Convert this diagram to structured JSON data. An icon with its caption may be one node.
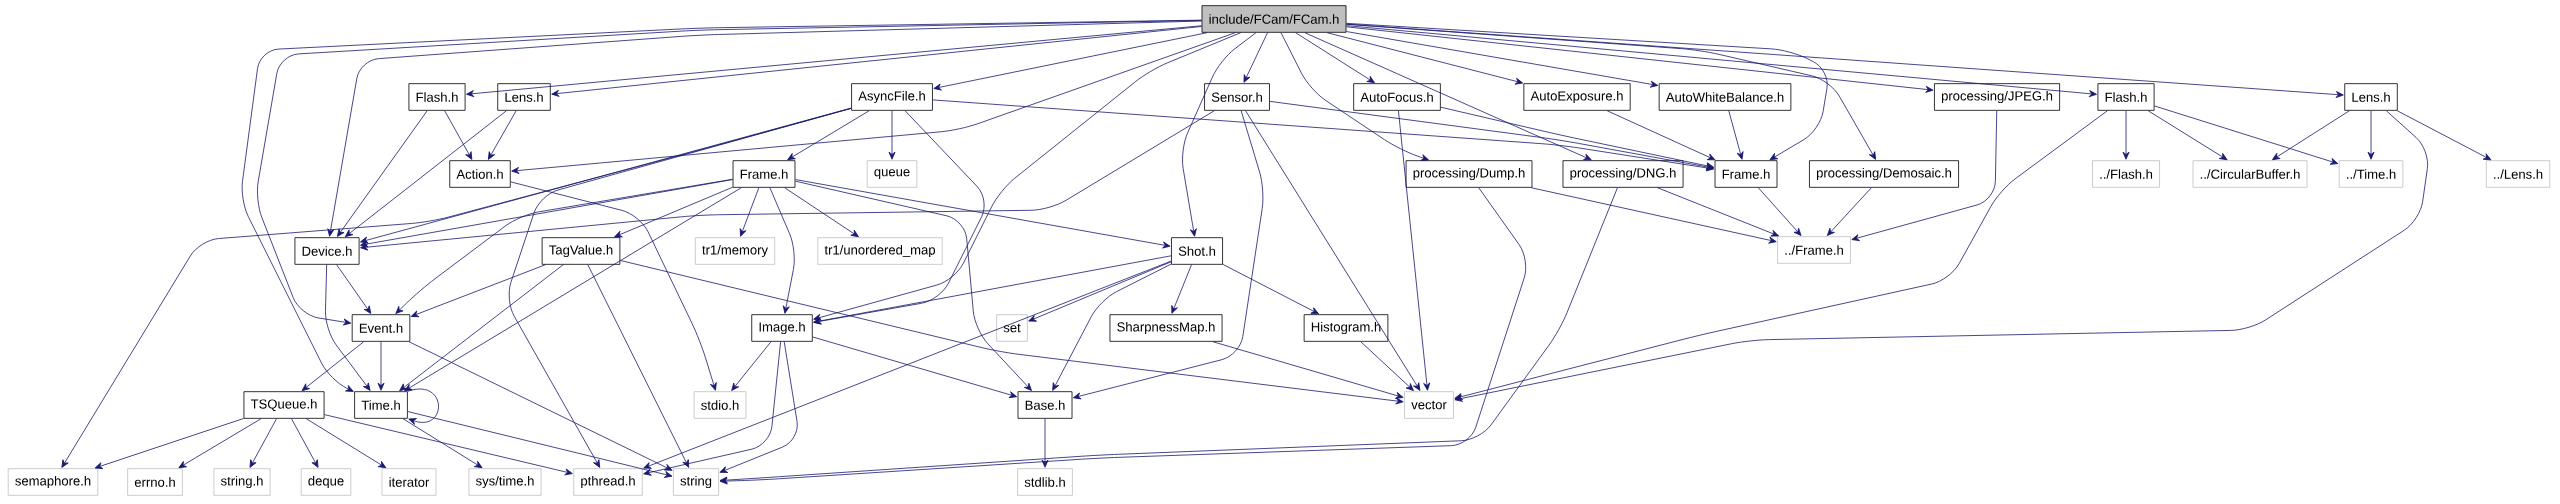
{
  "diagram": {
    "nodes": [
      {
        "text": [
          "include/FCam/FCam.h"
        ]
      },
      {
        "text": [
          "Flash.h"
        ]
      },
      {
        "text": [
          "Lens.h"
        ]
      },
      {
        "text": [
          "AsyncFile.h"
        ]
      },
      {
        "text": [
          "Sensor.h"
        ]
      },
      {
        "text": [
          "AutoFocus.h"
        ]
      },
      {
        "text": [
          "AutoExposure.h"
        ]
      },
      {
        "text": [
          "AutoWhiteBalance.h"
        ]
      },
      {
        "text": [
          "processing/JPEG.h"
        ]
      },
      {
        "text": [
          "Flash.h"
        ]
      },
      {
        "text": [
          "Lens.h"
        ]
      },
      {
        "text": [
          "Action.h"
        ]
      },
      {
        "text": [
          "Frame.h"
        ]
      },
      {
        "text": [
          "queue"
        ]
      },
      {
        "text": [
          "processing/Dump.h"
        ]
      },
      {
        "text": [
          "processing/DNG.h"
        ]
      },
      {
        "text": [
          "Frame.h"
        ]
      },
      {
        "text": [
          "processing/Demosaic.h"
        ]
      },
      {
        "text": [
          "../Flash.h"
        ]
      },
      {
        "text": [
          "../CircularBuffer.h"
        ]
      },
      {
        "text": [
          "../Time.h"
        ]
      },
      {
        "text": [
          "../Lens.h"
        ]
      },
      {
        "text": [
          "Device.h"
        ]
      },
      {
        "text": [
          "TagValue.h"
        ]
      },
      {
        "text": [
          "tr1/memory"
        ]
      },
      {
        "text": [
          "tr1/unordered_map"
        ]
      },
      {
        "text": [
          "Shot.h"
        ]
      },
      {
        "text": [
          "../Frame.h"
        ]
      },
      {
        "text": [
          "Event.h"
        ]
      },
      {
        "text": [
          "Image.h"
        ]
      },
      {
        "text": [
          "set"
        ]
      },
      {
        "text": [
          "SharpnessMap.h"
        ]
      },
      {
        "text": [
          "Histogram.h"
        ]
      },
      {
        "text": [
          "TSQueue.h"
        ]
      },
      {
        "text": [
          "Time.h"
        ]
      },
      {
        "text": [
          "stdio.h"
        ]
      },
      {
        "text": [
          "Base.h"
        ]
      },
      {
        "text": [
          "vector"
        ]
      },
      {
        "text": [
          "semaphore.h"
        ]
      },
      {
        "text": [
          "errno.h"
        ]
      },
      {
        "text": [
          "string.h"
        ]
      },
      {
        "text": [
          "deque"
        ]
      },
      {
        "text": [
          "iterator"
        ]
      },
      {
        "text": [
          "sys/time.h"
        ]
      },
      {
        "text": [
          "pthread.h"
        ]
      },
      {
        "text": [
          "string"
        ]
      },
      {
        "text": [
          "stdlib.h"
        ]
      }
    ],
    "edges": [
      {
        "from": 0,
        "to": 1,
        "arrow": "to"
      },
      {
        "from": 0,
        "to": 2,
        "arrow": "to"
      },
      {
        "from": 0,
        "to": 3,
        "arrow": "to"
      },
      {
        "from": 0,
        "to": 11,
        "arrow": "to"
      },
      {
        "from": 0,
        "to": 22,
        "arrow": "to"
      },
      {
        "from": 0,
        "to": 28,
        "arrow": "to"
      },
      {
        "from": 0,
        "to": 34,
        "arrow": "to"
      },
      {
        "from": 0,
        "to": 4,
        "arrow": "to"
      },
      {
        "from": 0,
        "to": 26,
        "arrow": "to"
      },
      {
        "from": 0,
        "to": 29,
        "arrow": "to"
      },
      {
        "from": 0,
        "to": 5,
        "arrow": "to"
      },
      {
        "from": 0,
        "to": 6,
        "arrow": "to"
      },
      {
        "from": 0,
        "to": 7,
        "arrow": "to"
      },
      {
        "from": 0,
        "to": 14,
        "arrow": "to"
      },
      {
        "from": 0,
        "to": 15,
        "arrow": "to"
      },
      {
        "from": 0,
        "to": 17,
        "arrow": "to"
      },
      {
        "from": 0,
        "to": 8,
        "arrow": "to"
      },
      {
        "from": 0,
        "to": 9,
        "arrow": "to"
      },
      {
        "from": 0,
        "to": 10,
        "arrow": "to"
      },
      {
        "from": 0,
        "to": 16,
        "arrow": "to"
      },
      {
        "from": 1,
        "to": 22,
        "arrow": "to"
      },
      {
        "from": 1,
        "to": 11,
        "arrow": "to"
      },
      {
        "from": 2,
        "to": 22,
        "arrow": "to"
      },
      {
        "from": 2,
        "to": 11,
        "arrow": "to"
      },
      {
        "from": 11,
        "to": 35,
        "arrow": "to"
      },
      {
        "from": 3,
        "to": 12,
        "arrow": "to"
      },
      {
        "from": 3,
        "to": 13,
        "arrow": "to"
      },
      {
        "from": 3,
        "to": 22,
        "arrow": "to"
      },
      {
        "from": 3,
        "to": 38,
        "arrow": "to"
      },
      {
        "from": 3,
        "to": 44,
        "arrow": "to"
      },
      {
        "from": 3,
        "to": 16,
        "arrow": "to"
      },
      {
        "from": 3,
        "to": 29,
        "arrow": "to"
      },
      {
        "from": 4,
        "to": 22,
        "arrow": "to"
      },
      {
        "from": 4,
        "to": 36,
        "arrow": "to"
      },
      {
        "from": 4,
        "to": 37,
        "arrow": "to"
      },
      {
        "from": 4,
        "to": 16,
        "arrow": "to"
      },
      {
        "from": 12,
        "to": 22,
        "arrow": "to"
      },
      {
        "from": 12,
        "to": 28,
        "arrow": "to"
      },
      {
        "from": 12,
        "to": 34,
        "arrow": "to"
      },
      {
        "from": 12,
        "to": 23,
        "arrow": "to"
      },
      {
        "from": 12,
        "to": 24,
        "arrow": "to"
      },
      {
        "from": 12,
        "to": 25,
        "arrow": "to"
      },
      {
        "from": 12,
        "to": 26,
        "arrow": "to"
      },
      {
        "from": 12,
        "to": 29,
        "arrow": "to"
      },
      {
        "from": 12,
        "to": 36,
        "arrow": "to"
      },
      {
        "from": 22,
        "to": 28,
        "arrow": "to"
      },
      {
        "from": 22,
        "to": 34,
        "arrow": "to"
      },
      {
        "from": 23,
        "to": 28,
        "arrow": "to"
      },
      {
        "from": 23,
        "to": 34,
        "arrow": "to"
      },
      {
        "from": 23,
        "to": 45,
        "arrow": "to"
      },
      {
        "from": 23,
        "to": 37,
        "arrow": "to"
      },
      {
        "from": 28,
        "to": 33,
        "arrow": "to"
      },
      {
        "from": 28,
        "to": 34,
        "arrow": "to"
      },
      {
        "from": 28,
        "to": 45,
        "arrow": "to"
      },
      {
        "from": 33,
        "to": 38,
        "arrow": "to"
      },
      {
        "from": 33,
        "to": 39,
        "arrow": "to"
      },
      {
        "from": 33,
        "to": 40,
        "arrow": "to"
      },
      {
        "from": 33,
        "to": 41,
        "arrow": "to"
      },
      {
        "from": 33,
        "to": 42,
        "arrow": "to"
      },
      {
        "from": 33,
        "to": 44,
        "arrow": "to"
      },
      {
        "from": 34,
        "to": 34,
        "arrow": "to"
      },
      {
        "from": 34,
        "to": 43,
        "arrow": "to"
      },
      {
        "from": 34,
        "to": 45,
        "arrow": "to"
      },
      {
        "from": 29,
        "to": 35,
        "arrow": "to"
      },
      {
        "from": 29,
        "to": 44,
        "arrow": "to"
      },
      {
        "from": 29,
        "to": 45,
        "arrow": "to"
      },
      {
        "from": 29,
        "to": 36,
        "arrow": "to"
      },
      {
        "from": 26,
        "to": 29,
        "arrow": "to"
      },
      {
        "from": 26,
        "to": 30,
        "arrow": "to"
      },
      {
        "from": 26,
        "to": 31,
        "arrow": "to"
      },
      {
        "from": 26,
        "to": 32,
        "arrow": "to"
      },
      {
        "from": 26,
        "to": 36,
        "arrow": "to"
      },
      {
        "from": 26,
        "to": 44,
        "arrow": "to"
      },
      {
        "from": 31,
        "to": 37,
        "arrow": "to"
      },
      {
        "from": 32,
        "to": 37,
        "arrow": "to"
      },
      {
        "from": 5,
        "to": 37,
        "arrow": "to"
      },
      {
        "from": 5,
        "to": 16,
        "arrow": "to"
      },
      {
        "from": 6,
        "to": 16,
        "arrow": "to"
      },
      {
        "from": 7,
        "to": 16,
        "arrow": "to"
      },
      {
        "from": 14,
        "to": 27,
        "arrow": "to"
      },
      {
        "from": 14,
        "to": 45,
        "arrow": "to"
      },
      {
        "from": 15,
        "to": 27,
        "arrow": "to"
      },
      {
        "from": 15,
        "to": 45,
        "arrow": "to"
      },
      {
        "from": 17,
        "to": 27,
        "arrow": "to"
      },
      {
        "from": 8,
        "to": 27,
        "arrow": "to"
      },
      {
        "from": 16,
        "to": 27,
        "arrow": "to"
      },
      {
        "from": 36,
        "to": 46,
        "arrow": "to"
      },
      {
        "from": 9,
        "to": 18,
        "arrow": "to"
      },
      {
        "from": 9,
        "to": 19,
        "arrow": "to"
      },
      {
        "from": 9,
        "to": 20,
        "arrow": "to"
      },
      {
        "from": 9,
        "to": 37,
        "arrow": "to"
      },
      {
        "from": 10,
        "to": 19,
        "arrow": "to"
      },
      {
        "from": 10,
        "to": 20,
        "arrow": "to"
      },
      {
        "from": 10,
        "to": 21,
        "arrow": "to"
      },
      {
        "from": 10,
        "to": 37,
        "arrow": "to"
      }
    ]
  }
}
